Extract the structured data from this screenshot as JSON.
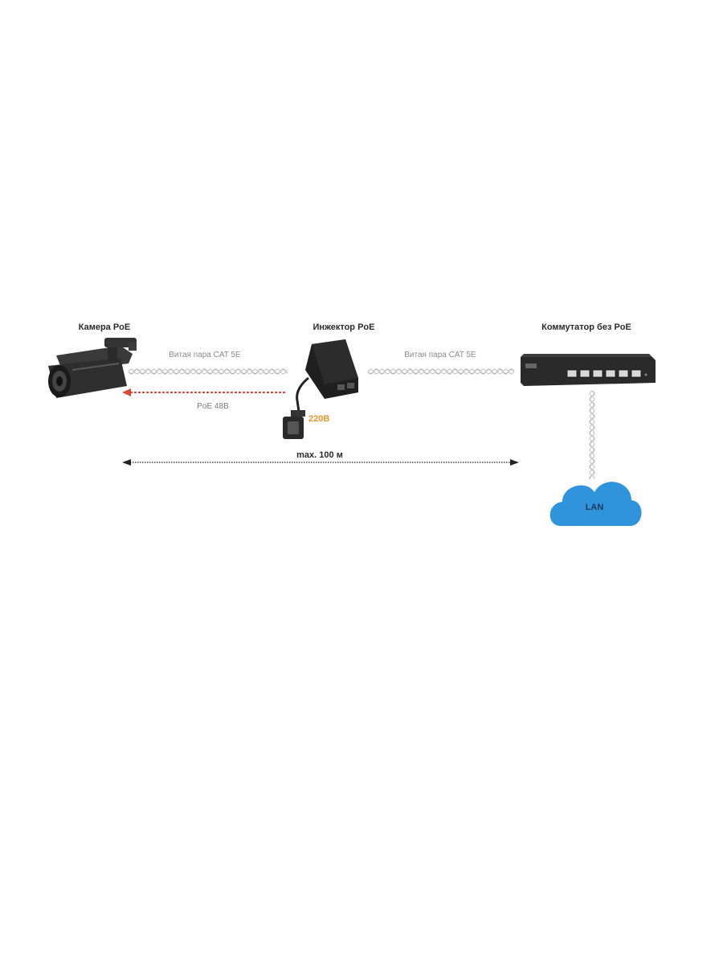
{
  "nodes": {
    "camera": {
      "title": "Камера PoE"
    },
    "injector": {
      "title": "Инжектор PoE"
    },
    "switch": {
      "title": "Коммутатор без PoE"
    },
    "lan": {
      "title": "LAN"
    }
  },
  "cables": {
    "camera_to_injector": "Витая пара CAT 5Е",
    "injector_to_switch": "Витая пара CAT 5Е",
    "poe_label": "PoE 48В"
  },
  "power": {
    "voltage": "220В"
  },
  "distance": {
    "label": "max. 100 м"
  },
  "icons": {
    "camera": "bullet-camera-icon",
    "injector": "poe-injector-icon",
    "plug": "power-plug-icon",
    "switch": "network-switch-icon",
    "cloud": "cloud-icon"
  },
  "colors": {
    "poe_line": "#d94a3a",
    "voltage": "#e0962a",
    "cloud": "#2f94dc",
    "device": "#2b2b2b"
  }
}
